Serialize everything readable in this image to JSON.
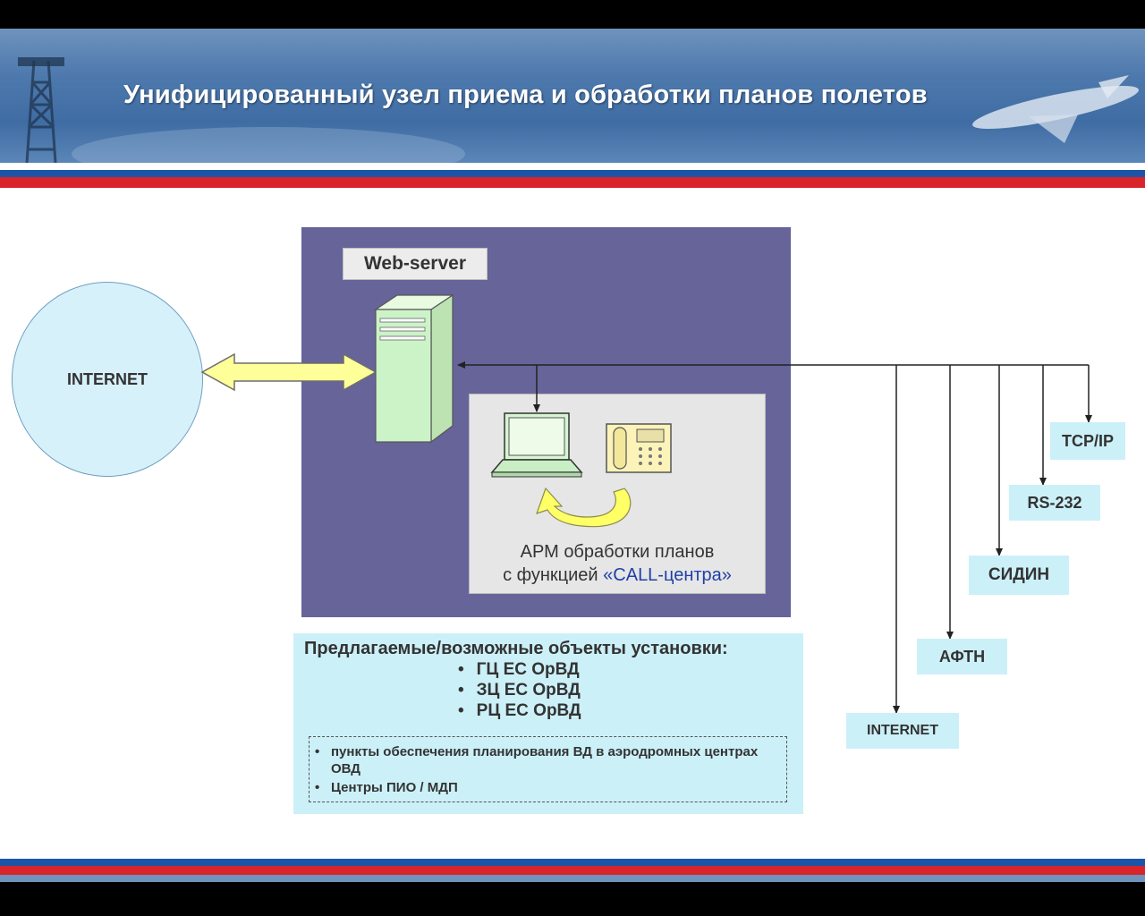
{
  "header": {
    "title": "Унифицированный узел приема и обработки планов полетов"
  },
  "diagram": {
    "internet_node": "INTERNET",
    "webserver_label": "Web-server",
    "arm": {
      "caption_line1": "АРМ  обработки планов",
      "caption_line2_prefix": "с функцией ",
      "caption_line2_highlight": "«CALL-центра»"
    },
    "protocols": [
      "TCP/IP",
      "RS-232",
      "СИДИН",
      "АФТН",
      "INTERNET"
    ]
  },
  "install": {
    "heading": "Предлагаемые/возможные объекты установки:",
    "primary": [
      "ГЦ ЕС ОрВД",
      "ЗЦ ЕС ОрВД",
      "РЦ ЕС ОрВД"
    ],
    "secondary": [
      "пункты обеспечения планирования ВД в аэродромных центрах ОВД",
      "Центры ПИО / МДП"
    ]
  },
  "colors": {
    "header_blue": "#4d79ad",
    "server_panel": "#67649a",
    "light_cyan": "#ccf0f8",
    "stripe_red": "#d8242a",
    "stripe_blue": "#1c55a8"
  }
}
